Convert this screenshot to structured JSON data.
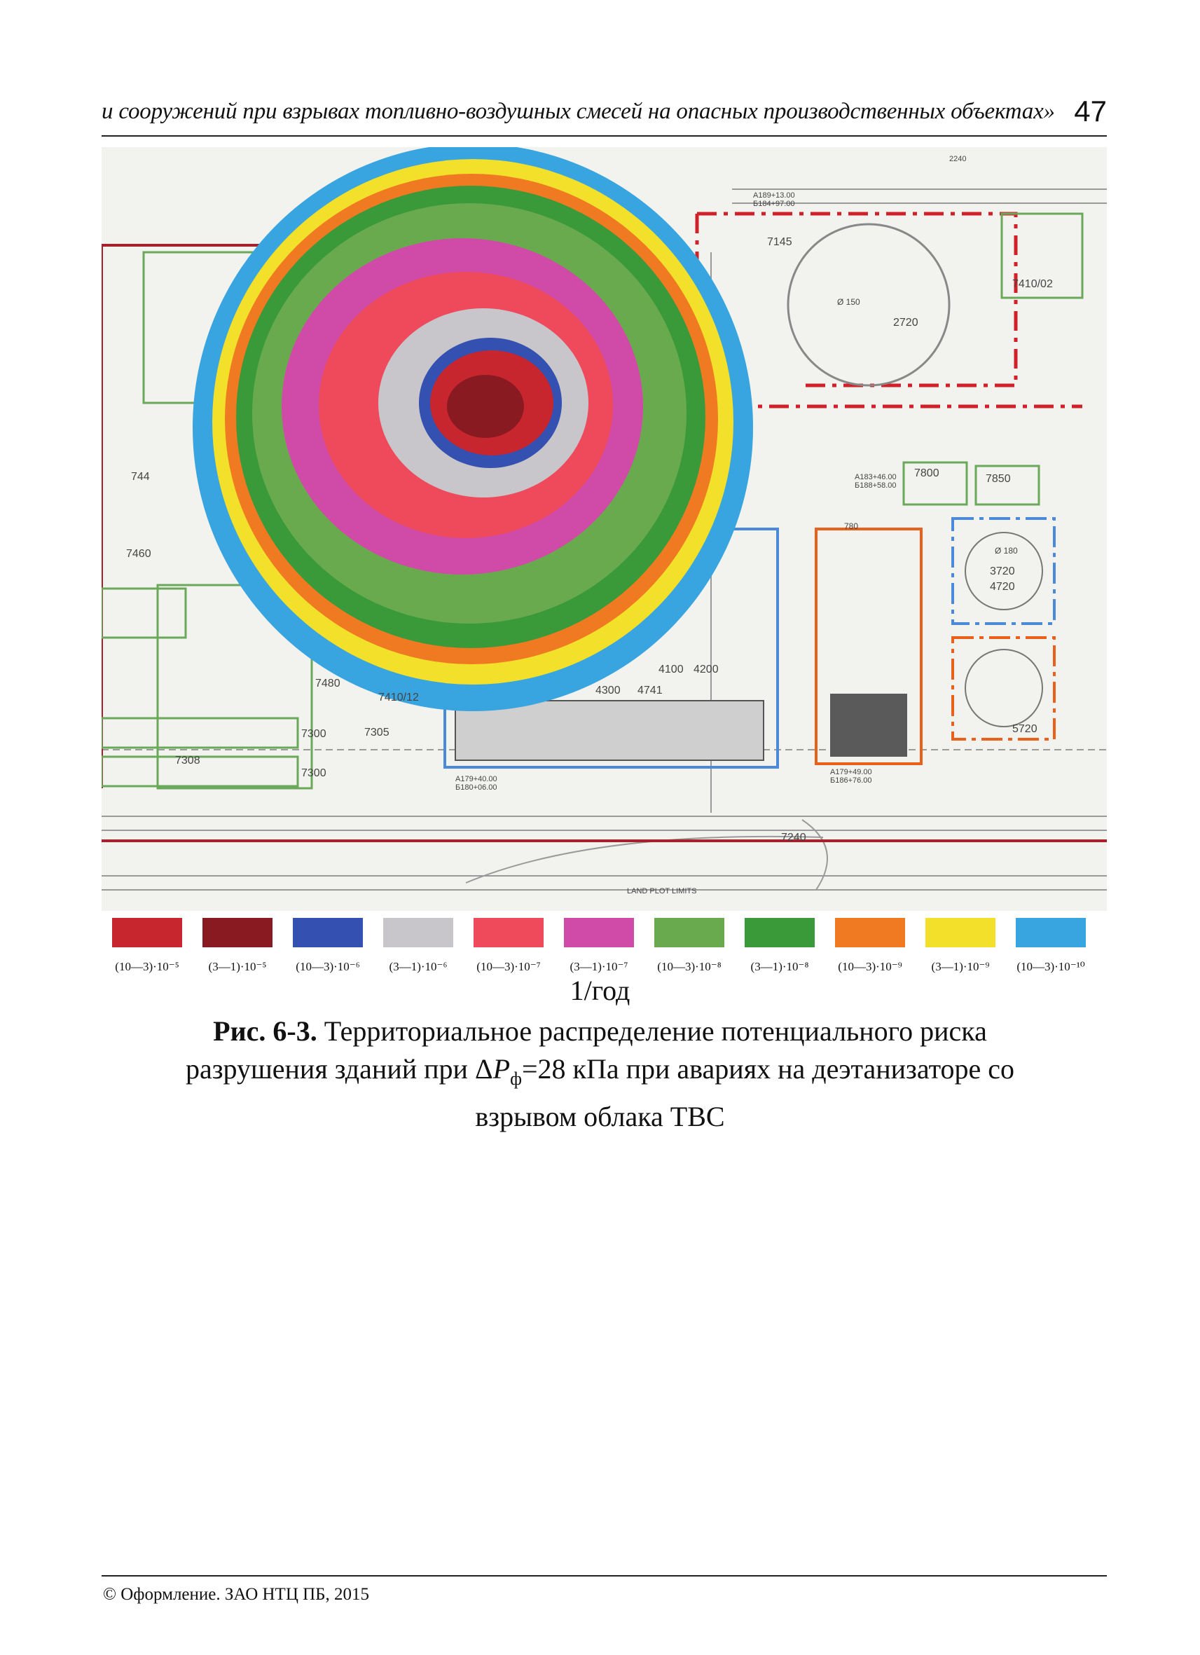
{
  "header": {
    "running_title": "и сооружений при взрывах топливно-воздушных смесей на опасных производственных объектах»",
    "page_number": "47"
  },
  "map": {
    "labels": [
      "2720",
      "7410/02",
      "7800",
      "7850",
      "3720",
      "4720",
      "5720",
      "7460",
      "7480",
      "7300",
      "7305",
      "7300",
      "7308",
      "7410/12",
      "744",
      "7145",
      "7240",
      "4300",
      "4741",
      "4200",
      "4100",
      "A183+46.00",
      "Б188+58.00",
      "A179+49.00",
      "Б186+76.00",
      "A179+40.00",
      "Б180+06.00",
      "A189+13.00",
      "Б184+97.00",
      "2240",
      "LAND PLOT LIMITS",
      "Ø 150",
      "Ø 180",
      "780"
    ],
    "colors": {
      "red_boundary": "#d0202a",
      "orange_boundary": "#e8601a",
      "blue_boundary": "#4a8ad8",
      "green_boundary": "#70a860"
    }
  },
  "legend": {
    "items": [
      {
        "color": "#c8262e",
        "label": "(10—3)·10⁻⁵"
      },
      {
        "color": "#8a1a22",
        "label": "(3—1)·10⁻⁵"
      },
      {
        "color": "#3450b0",
        "label": "(10—3)·10⁻⁶"
      },
      {
        "color": "#c8c6ca",
        "label": "(3—1)·10⁻⁶"
      },
      {
        "color": "#ee4a5c",
        "label": "(10—3)·10⁻⁷"
      },
      {
        "color": "#d04aa8",
        "label": "(3—1)·10⁻⁷"
      },
      {
        "color": "#6aaa4e",
        "label": "(10—3)·10⁻⁸"
      },
      {
        "color": "#3a9a3a",
        "label": "(3—1)·10⁻⁸"
      },
      {
        "color": "#f07a22",
        "label": "(10—3)·10⁻⁹"
      },
      {
        "color": "#f2e02a",
        "label": "(3—1)·10⁻⁹"
      },
      {
        "color": "#38a4e0",
        "label": "(10—3)·10⁻¹⁰"
      }
    ],
    "unit": "1/год"
  },
  "caption": {
    "fig_label": "Рис. 6-3.",
    "line1": "Территориальное распределение потенциального риска",
    "line2_pre": "разрушения зданий при Δ",
    "line2_var": "P",
    "line2_sub": "ф",
    "line2_post": "=28 кПа при авариях на деэтанизаторе со",
    "line3": "взрывом облака ТВС"
  },
  "footer": {
    "text": "© Оформление. ЗАО НТЦ ПБ, 2015"
  }
}
